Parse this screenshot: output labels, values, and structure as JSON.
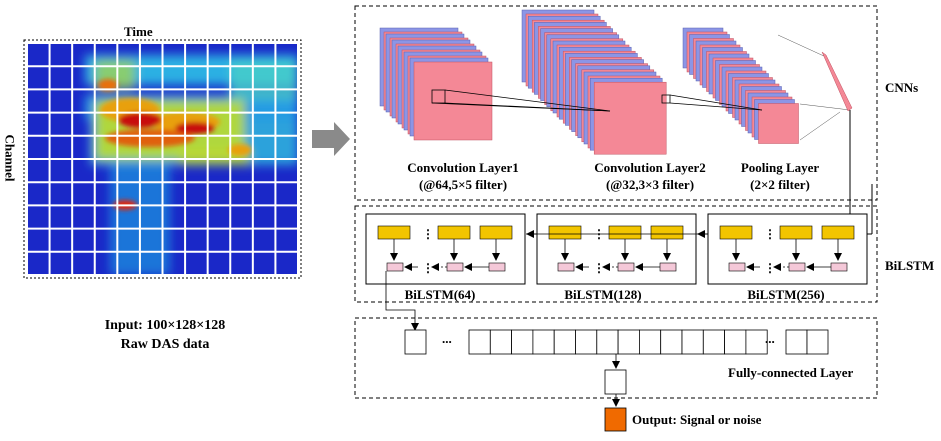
{
  "input": {
    "time_label": "Time",
    "channel_label": "Channel",
    "caption_line1": "Input:  100×128×128",
    "caption_line2": "Raw DAS data"
  },
  "cnn": {
    "section_label": "CNNs",
    "conv1_title": "Convolution Layer1",
    "conv1_sub": "(@64,5×5 filter)",
    "conv2_title": "Convolution Layer2",
    "conv2_sub": "(@32,3×3 filter)",
    "pool_title": "Pooling Layer",
    "pool_sub": "(2×2 filter)"
  },
  "bilstm": {
    "section_label": "BiLSTM",
    "blocks": [
      "BiLSTM(64)",
      "BiLSTM(128)",
      "BiLSTM(256)"
    ]
  },
  "fc": {
    "section_label": "Fully-connected Layer",
    "ellipsis": "..."
  },
  "output": {
    "label": "Output: Signal or noise"
  },
  "colors": {
    "feature_pink": "#f48896",
    "feature_blue": "#8c95e6",
    "lstm_yellow": "#f2c500",
    "lstm_pink": "#f4c8d8",
    "output_orange": "#f06a00",
    "arrow_gray": "#8a8a8a"
  }
}
